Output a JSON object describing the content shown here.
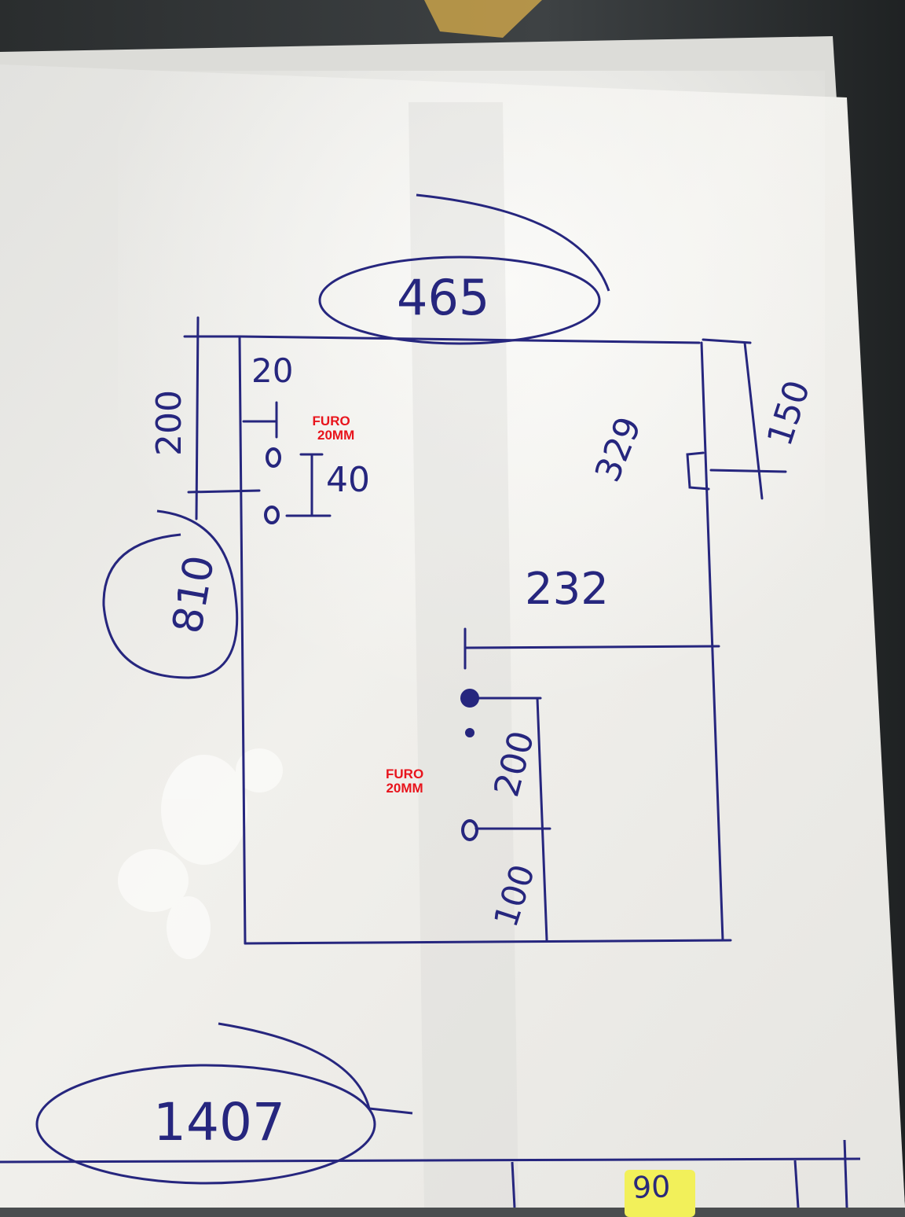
{
  "drawing": {
    "dim_width": "465",
    "dim_top_offset": "200",
    "dim_left_margin": "20",
    "dim_hole_spacing": "40",
    "dim_height_circled": "810",
    "dim_right_offset": "150",
    "dim_slot_position": "329",
    "dim_center_offset": "232",
    "dim_vertical_spacing": "200",
    "dim_bottom_offset": "100",
    "dim_total": "1407",
    "dim_table_corner": "90"
  },
  "labels": {
    "hole_label_1_line1": "FURO",
    "hole_label_1_line2": "20MM",
    "hole_label_2_line1": "FURO",
    "hole_label_2_line2": "20MM"
  },
  "colors": {
    "ink": "#26267e",
    "red_annotation": "#e8141c",
    "paper": "#ecebe6",
    "highlighter": "#f2f05a"
  }
}
